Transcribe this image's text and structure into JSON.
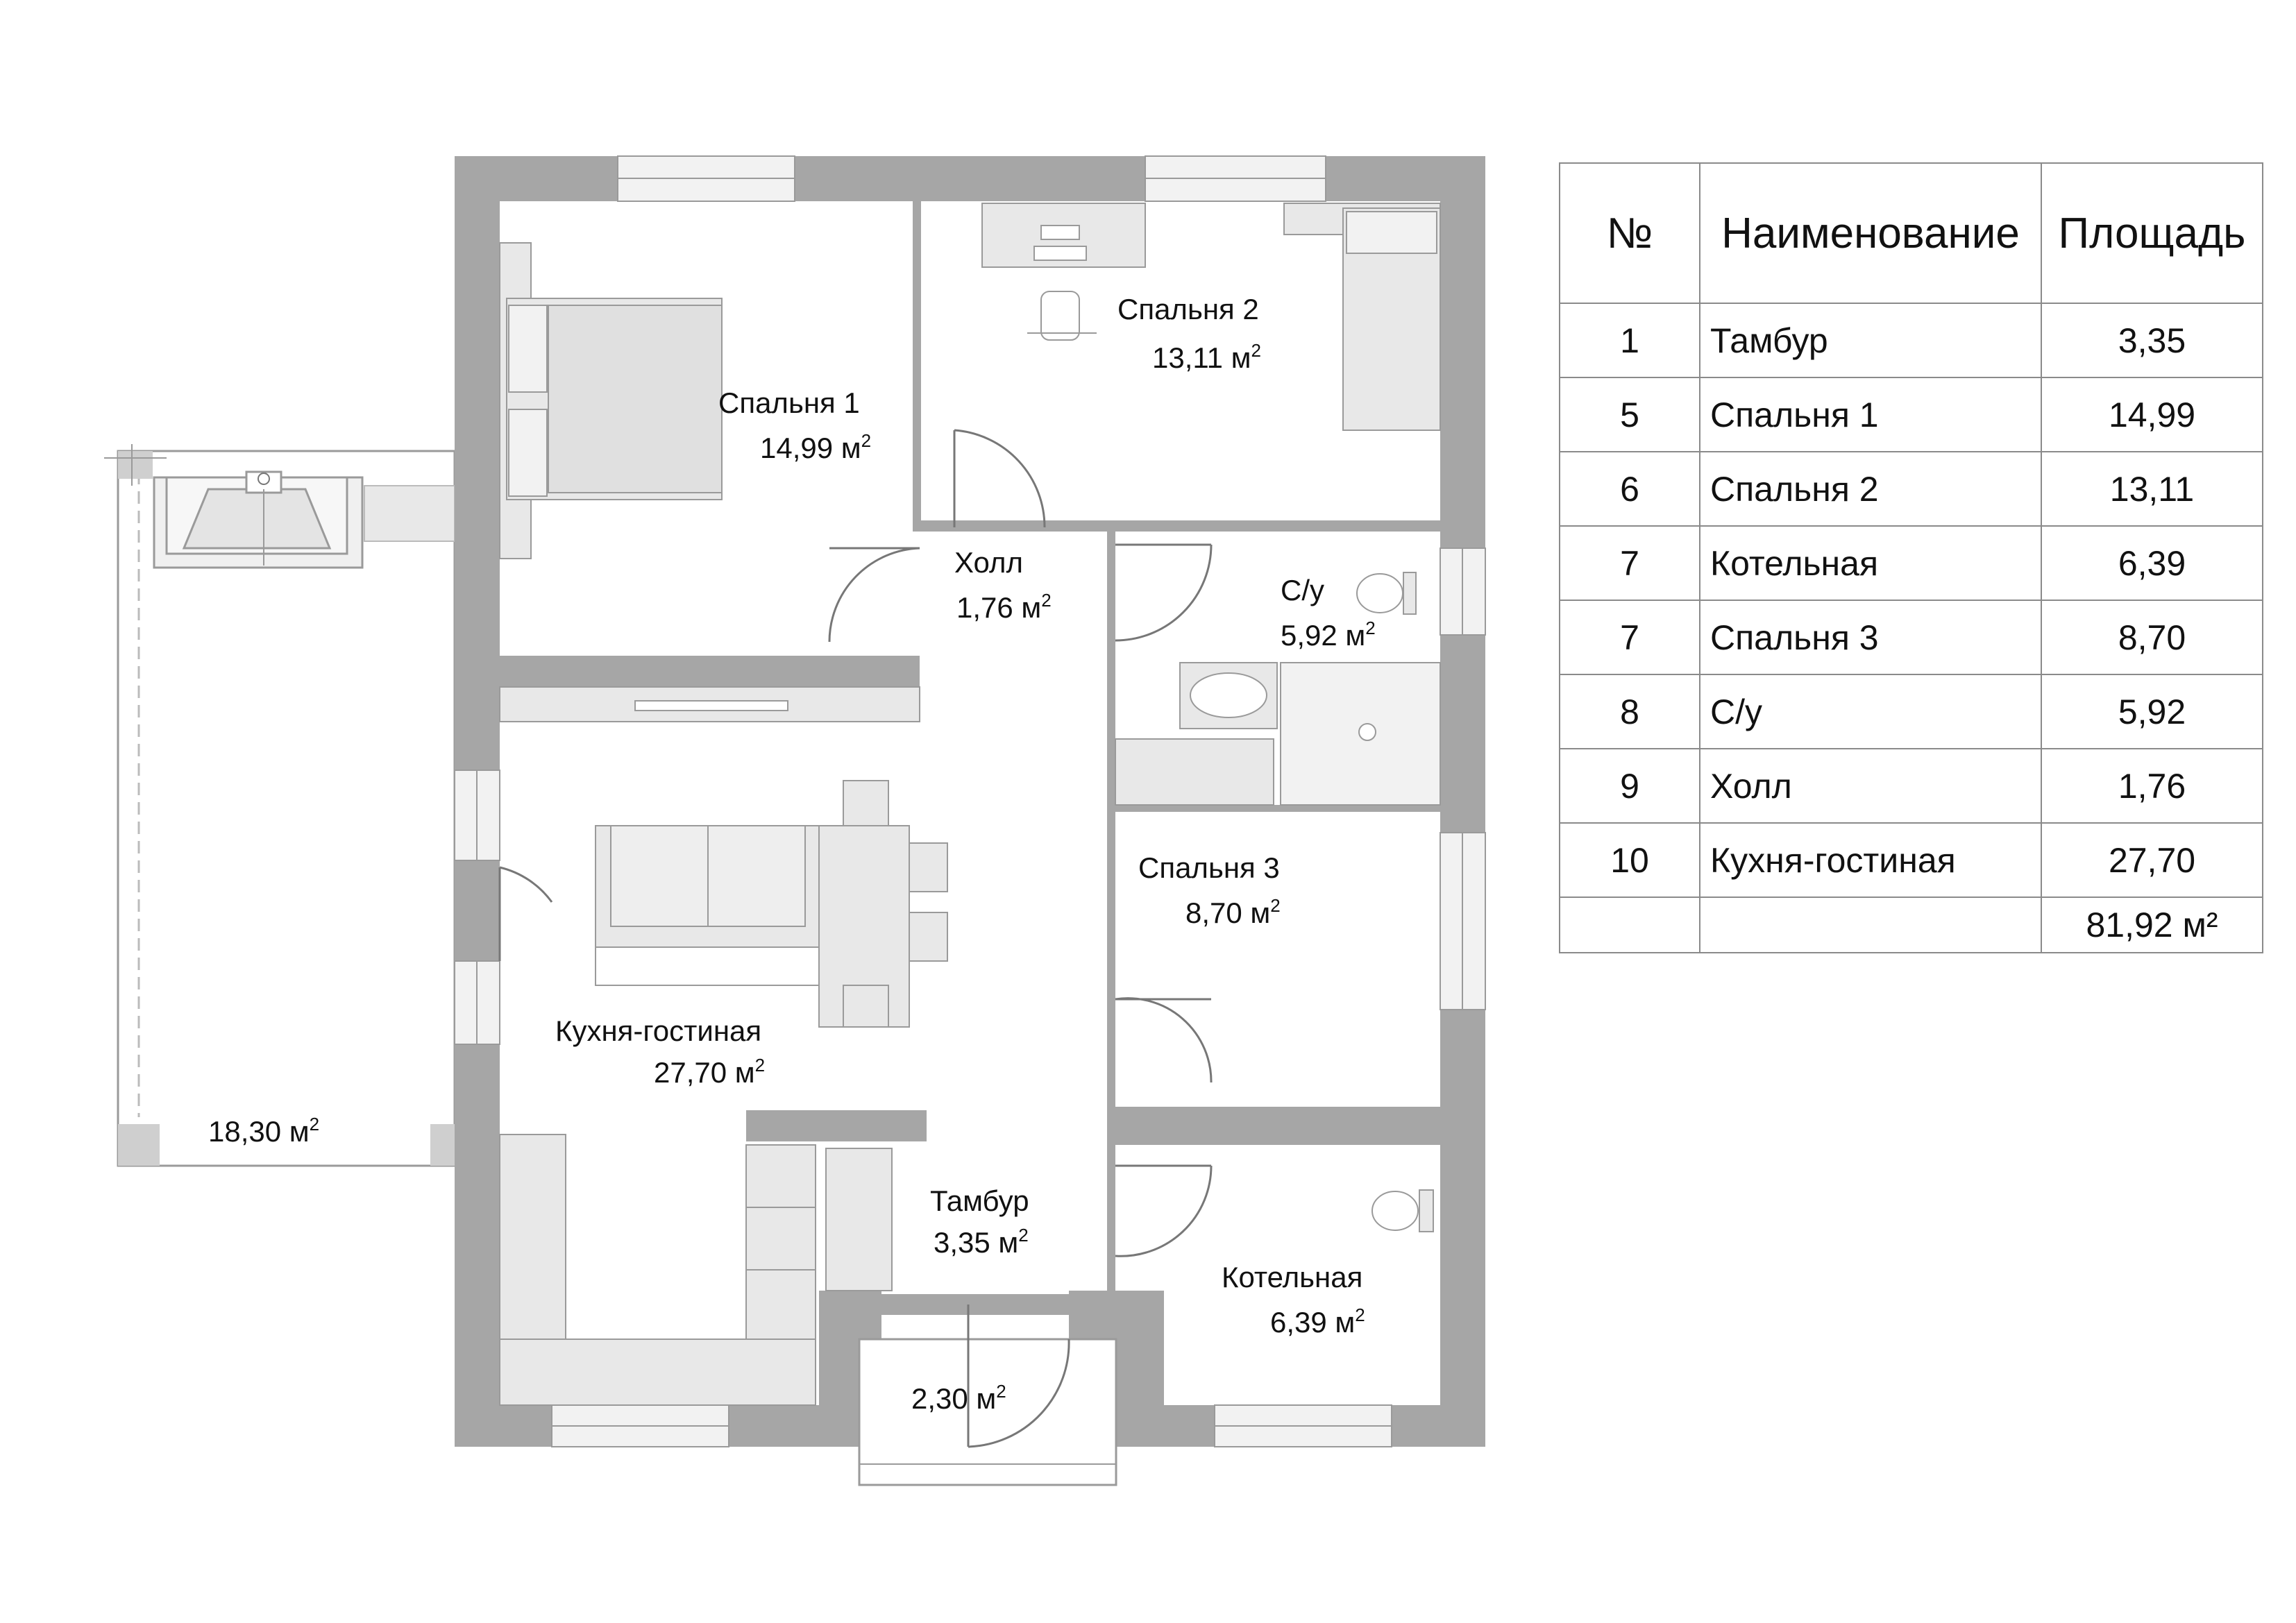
{
  "rooms": {
    "bedroom1": {
      "name": "Спальня 1",
      "area": "14,99 м",
      "unit_sup": "2"
    },
    "bedroom2": {
      "name": "Спальня 2",
      "area": "13,11 м",
      "unit_sup": "2"
    },
    "hall": {
      "name": "Холл",
      "area": "1,76 м",
      "unit_sup": "2"
    },
    "bathroom": {
      "name": "С/у",
      "area": "5,92 м",
      "unit_sup": "2"
    },
    "bedroom3": {
      "name": "Спальня 3",
      "area": "8,70 м",
      "unit_sup": "2"
    },
    "kitchen": {
      "name": "Кухня-гостиная",
      "area": "27,70 м",
      "unit_sup": "2"
    },
    "vestibule": {
      "name": "Тамбур",
      "area": "3,35 м",
      "unit_sup": "2"
    },
    "boiler": {
      "name": "Котельная",
      "area": "6,39 м",
      "unit_sup": "2"
    },
    "terrace": {
      "area": "18,30 м",
      "unit_sup": "2"
    },
    "porch": {
      "area": "2,30 м",
      "unit_sup": "2"
    }
  },
  "table": {
    "headers": {
      "num": "№",
      "name": "Наименование",
      "area": "Площадь"
    },
    "rows": [
      {
        "num": "1",
        "name": "Тамбур",
        "area": "3,35"
      },
      {
        "num": "5",
        "name": "Спальня 1",
        "area": "14,99"
      },
      {
        "num": "6",
        "name": "Спальня 2",
        "area": "13,11"
      },
      {
        "num": "7",
        "name": "Котельная",
        "area": "6,39"
      },
      {
        "num": "7",
        "name": "Спальня 3",
        "area": "8,70"
      },
      {
        "num": "8",
        "name": "С/у",
        "area": "5,92"
      },
      {
        "num": "9",
        "name": "Холл",
        "area": "1,76"
      },
      {
        "num": "10",
        "name": "Кухня-гостиная",
        "area": "27,70"
      }
    ],
    "total": "81,92 м²"
  },
  "colors": {
    "wall": "#a6a6a6",
    "furniture": "#e8e8e8",
    "floor": "#ffffff",
    "line": "#8a8a8a"
  }
}
